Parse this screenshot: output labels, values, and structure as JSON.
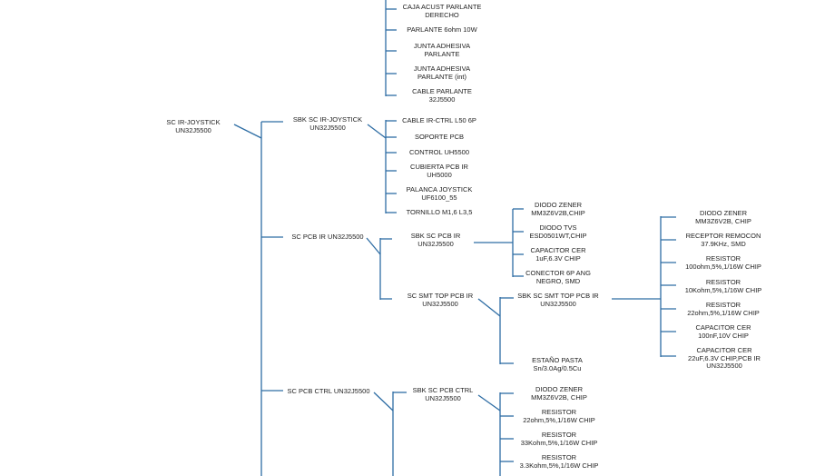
{
  "colors": {
    "line": "#2e6da4",
    "text": "#222222",
    "background": "#ffffff"
  },
  "nodes": {
    "caja_acust": "CAJA ACUST PARLANTE\nDERECHO",
    "parlante": "PARLANTE 6ohm 10W",
    "junta_adhesiva": "JUNTA ADHESIVA\nPARLANTE",
    "junta_adhesiva_int": "JUNTA ADHESIVA\nPARLANTE (int)",
    "cable_parlante": "CABLE PARLANTE\n32J5500",
    "sc_ir_joystick": "SC IR-JOYSTICK\nUN32J5500",
    "sbk_sc_ir_joystick": "SBK SC IR-JOYSTICK\nUN32J5500",
    "cable_ir_ctrl": "CABLE IR-CTRL L50 6P",
    "soporte_pcb": "SOPORTE PCB",
    "control_uh5500": "CONTROL UH5500",
    "cubierta_pcb_ir": "CUBIERTA PCB IR\nUH5000",
    "palanca_joystick": "PALANCA JOYSTICK\nUF6100_55",
    "tornillo": "TORNILLO M1,6 L3,5",
    "sc_pcb_ir": "SC PCB IR UN32J5500",
    "sbk_sc_pcb_ir": "SBK SC PCB IR\nUN32J5500",
    "diodo_zener_1": "DIODO ZENER\nMM3Z6V2B,CHIP",
    "diodo_tvs": "DIODO TVS\nESD0501WT,CHIP",
    "capacitor_1uf": "CAPACITOR CER\n1uF,6.3V CHIP",
    "conector_6p": "CONECTOR 6P ANG\nNEGRO, SMD",
    "sc_smt_top_pcb_ir": "SC SMT TOP PCB IR\nUN32J5500",
    "sbk_sc_smt_top_pcb_ir": "SBK SC SMT TOP PCB IR\nUN32J5500",
    "estano_pasta": "ESTAÑO PASTA\nSn/3.0Ag/0.5Cu",
    "diodo_zener_2": "DIODO ZENER\nMM3Z6V2B, CHIP",
    "receptor_remocon": "RECEPTOR REMOCON\n37.9KHz, SMD",
    "resistor_100ohm": "RESISTOR\n100ohm,5%,1/16W CHIP",
    "resistor_10kohm": "RESISTOR\n10Kohm,5%,1/16W CHIP",
    "resistor_22ohm_a": "RESISTOR\n22ohm,5%,1/16W CHIP",
    "capacitor_100nf": "CAPACITOR CER\n100nF,10V CHIP",
    "capacitor_22uf": "CAPACITOR CER\n22uF,6.3V CHIP,PCB IR\nUN32J5500",
    "sc_pcb_ctrl": "SC PCB CTRL UN32J5500",
    "sbk_sc_pcb_ctrl": "SBK SC PCB CTRL\nUN32J5500",
    "diodo_zener_3": "DIODO ZENER\nMM3Z6V2B, CHIP",
    "resistor_22ohm_b": "RESISTOR\n22ohm,5%,1/16W CHIP",
    "resistor_33kohm": "RESISTOR\n33Kohm,5%,1/16W CHIP",
    "resistor_3_3kohm": "RESISTOR\n3.3Kohm,5%,1/16W CHIP"
  }
}
